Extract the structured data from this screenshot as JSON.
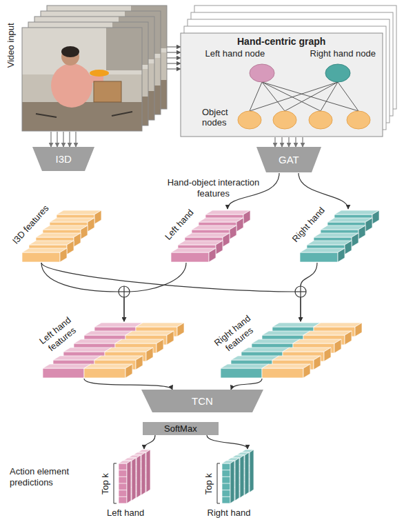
{
  "diagram": {
    "nodes": [
      {
        "text": [
          "Video input"
        ]
      },
      {
        "text": [
          "Hand-centric graph",
          "Left hand node",
          "Right hand node",
          "Object nodes"
        ]
      },
      {
        "text": [
          "I3D"
        ]
      },
      {
        "text": [
          "GAT"
        ]
      },
      {
        "text": [
          "I3D features"
        ]
      },
      {
        "text": [
          "Left hand"
        ]
      },
      {
        "text": [
          "Right hand"
        ]
      },
      {
        "text": [
          "Left hand features"
        ]
      },
      {
        "text": [
          "Right hand features"
        ]
      },
      {
        "text": [
          "TCN"
        ]
      },
      {
        "text": [
          "SoftMax"
        ]
      },
      {
        "text": [
          "Top k",
          "Left hand"
        ]
      },
      {
        "text": [
          "Top k",
          "Right hand"
        ]
      }
    ],
    "edges": [
      {
        "from": 0,
        "to": 1,
        "arrow": "to"
      },
      {
        "from": 0,
        "to": 1,
        "arrow": "to"
      },
      {
        "from": 0,
        "to": 1,
        "arrow": "to"
      },
      {
        "from": 0,
        "to": 1,
        "arrow": "to"
      },
      {
        "from": 0,
        "to": 1,
        "arrow": "to"
      },
      {
        "from": 0,
        "to": 2,
        "arrow": "to"
      },
      {
        "from": 0,
        "to": 2,
        "arrow": "to"
      },
      {
        "from": 0,
        "to": 2,
        "arrow": "to"
      },
      {
        "from": 0,
        "to": 2,
        "arrow": "to"
      },
      {
        "from": 0,
        "to": 2,
        "arrow": "to"
      },
      {
        "from": 1,
        "to": 3,
        "arrow": "to"
      },
      {
        "from": 1,
        "to": 3,
        "arrow": "to"
      },
      {
        "from": 1,
        "to": 3,
        "arrow": "to"
      },
      {
        "from": 1,
        "to": 3,
        "arrow": "to"
      },
      {
        "from": 1,
        "to": 3,
        "arrow": "to"
      },
      {
        "from": 3,
        "to": 5,
        "arrow": "to"
      },
      {
        "from": 3,
        "to": 6,
        "arrow": "to"
      },
      {
        "from": 4,
        "to": 7,
        "arrow": "to"
      },
      {
        "from": 5,
        "to": 7,
        "arrow": "to"
      },
      {
        "from": 4,
        "to": 8,
        "arrow": "to"
      },
      {
        "from": 6,
        "to": 8,
        "arrow": "to"
      },
      {
        "from": 7,
        "to": 9,
        "arrow": "to"
      },
      {
        "from": 8,
        "to": 9,
        "arrow": "to"
      },
      {
        "from": 10,
        "to": 11,
        "arrow": "to"
      },
      {
        "from": 10,
        "to": 12,
        "arrow": "to"
      }
    ],
    "labels": [
      "Hand-object interaction features",
      "Action element predictions"
    ]
  }
}
